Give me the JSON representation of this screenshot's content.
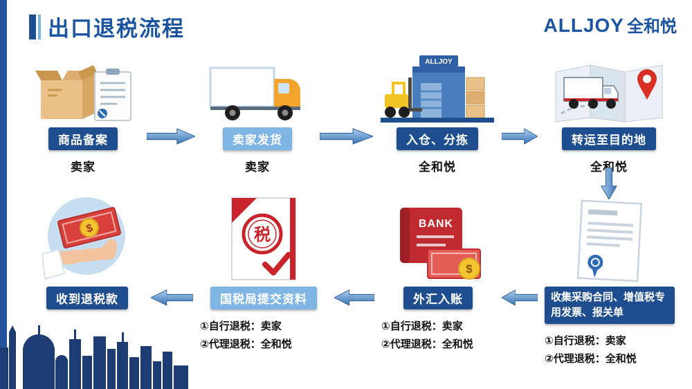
{
  "page": {
    "title": "出口退税流程"
  },
  "brand": {
    "latin": "ALLJOY",
    "cn": "全和悦"
  },
  "colors": {
    "dark_blue": "#1F4E8E",
    "light_blue": "#7FB5E3",
    "title_blue": "#1B55A1",
    "accent_red": "#C9242C",
    "arrow_blue": "#3B74B4",
    "skyline_blue": "#1D3C74"
  },
  "top_row": [
    {
      "label": "商品备案",
      "actor": "卖家"
    },
    {
      "label": "卖家发货",
      "actor": "卖家"
    },
    {
      "label": "入仓、分拣",
      "actor": "全和悦",
      "icon_text": "ALLJOY"
    },
    {
      "label": "转运至目的地",
      "actor": "全和悦"
    }
  ],
  "bottom_row": [
    {
      "label": "收到退税款",
      "coin_text": "$"
    },
    {
      "label": "国税局提交资料",
      "seal_text": "税",
      "notes": [
        "①自行退税：卖家",
        "②代理退税：全和悦"
      ]
    },
    {
      "label": "外汇入账",
      "icon_text": "BANK",
      "coin_text": "$",
      "notes": [
        "①自行退税：卖家",
        "②代理退税：全和悦"
      ]
    },
    {
      "label": "收集采购合同、增值税专用发票、报关单",
      "notes": [
        "①自行退税：卖家",
        "②代理退税：全和悦"
      ]
    }
  ]
}
